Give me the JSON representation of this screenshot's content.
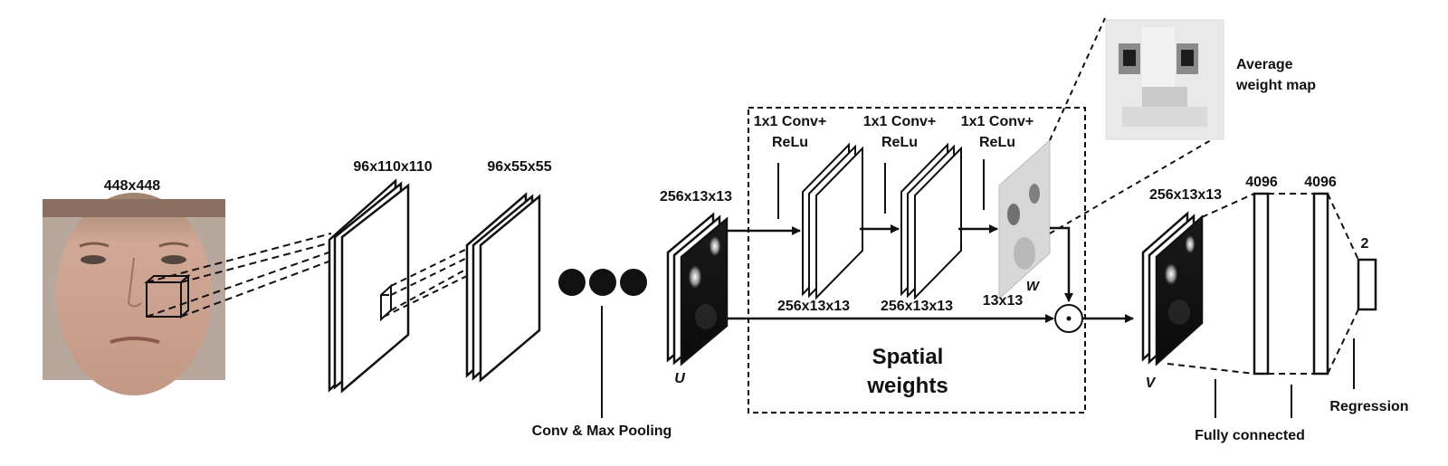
{
  "labels": {
    "input_size": "448x448",
    "conv1_size": "96x110x110",
    "pool1_size": "96x55x55",
    "conv_pool_caption": "Conv & Max Pooling",
    "u_size": "256x13x13",
    "u_symbol": "U",
    "sw_conv1_l1": "1x1 Conv+",
    "sw_conv1_l2": "ReLu",
    "sw_conv2_l1": "1x1 Conv+",
    "sw_conv2_l2": "ReLu",
    "sw_conv3_l1": "1x1 Conv+",
    "sw_conv3_l2": "ReLu",
    "sw_size1": "256x13x13",
    "sw_size2": "256x13x13",
    "w_size": "13x13",
    "w_symbol": "W",
    "spatial_l1": "Spatial",
    "spatial_l2": "weights",
    "avg_map_l1": "Average",
    "avg_map_l2": "weight map",
    "v_size": "256x13x13",
    "v_symbol": "V",
    "fc1_size": "4096",
    "fc2_size": "4096",
    "out_size": "2",
    "fully_connected": "Fully connected",
    "regression": "Regression"
  },
  "colors": {
    "line": "#111111",
    "skin": "#c9a18a"
  }
}
